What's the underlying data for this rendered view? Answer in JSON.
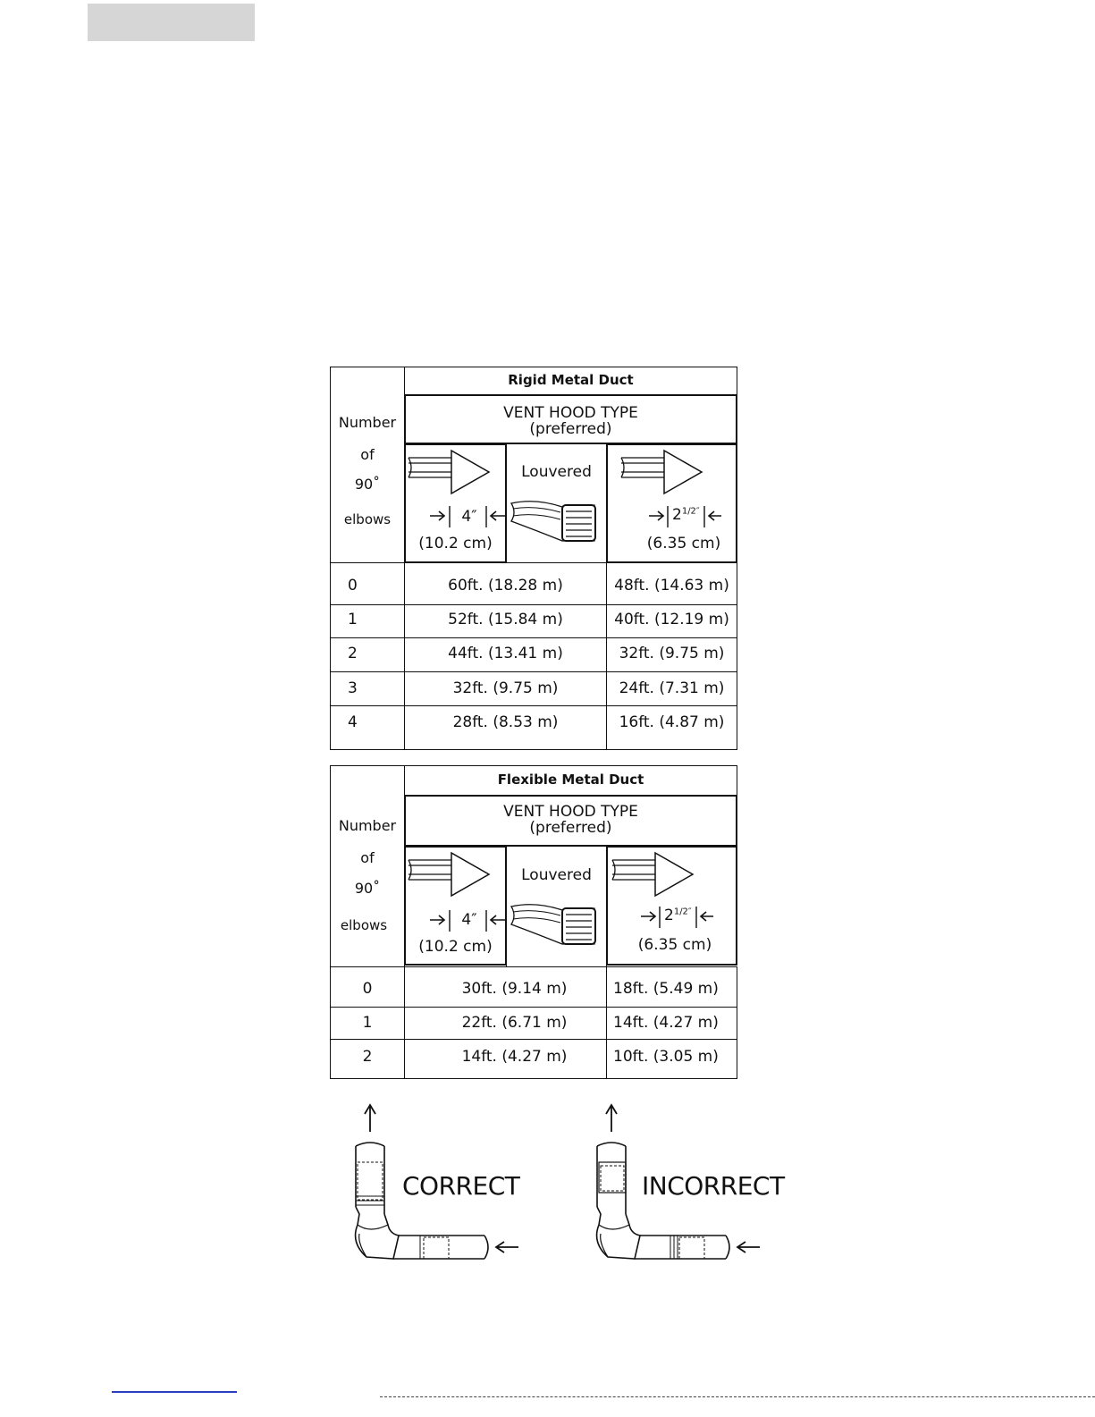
{
  "rigid": {
    "title": "Rigid Metal Duct",
    "left_header": [
      "Number",
      "of",
      "90˚",
      "elbows"
    ],
    "vent_hood_type": "VENT HOOD TYPE",
    "preferred": "(preferred)",
    "col1_dim": "4″",
    "col1_cm": "(10.2 cm)",
    "col2_label": "Louvered",
    "col3_dim_main": "2",
    "col3_dim_frac": "1/2″",
    "col3_cm": "(6.35 cm)",
    "rows": [
      {
        "n": "0",
        "a": "60ft. (18.28 m)",
        "b": "48ft. (14.63 m)"
      },
      {
        "n": "1",
        "a": "52ft. (15.84 m)",
        "b": "40ft. (12.19 m)"
      },
      {
        "n": "2",
        "a": "44ft. (13.41 m)",
        "b": "32ft. (9.75 m)"
      },
      {
        "n": "3",
        "a": "32ft. (9.75 m)",
        "b": "24ft. (7.31 m)"
      },
      {
        "n": "4",
        "a": "28ft. (8.53 m)",
        "b": "16ft. (4.87 m)"
      }
    ]
  },
  "flexible": {
    "title": "Flexible Metal Duct",
    "left_header": [
      "Number",
      "of",
      "90˚",
      "elbows"
    ],
    "vent_hood_type": "VENT HOOD TYPE",
    "preferred": "(preferred)",
    "col1_dim": "4″",
    "col1_cm": "(10.2 cm)",
    "col2_label": "Louvered",
    "col3_dim_main": "2",
    "col3_dim_frac": "1/2″",
    "col3_cm": "(6.35 cm)",
    "rows": [
      {
        "n": "0",
        "a": "30ft. (9.14 m)",
        "b": "18ft. (5.49 m)"
      },
      {
        "n": "1",
        "a": "22ft. (6.71 m)",
        "b": "14ft. (4.27 m)"
      },
      {
        "n": "2",
        "a": "14ft. (4.27 m)",
        "b": "10ft. (3.05 m)"
      }
    ]
  },
  "diagram": {
    "correct": "CORRECT",
    "incorrect": "INCORRECT"
  }
}
